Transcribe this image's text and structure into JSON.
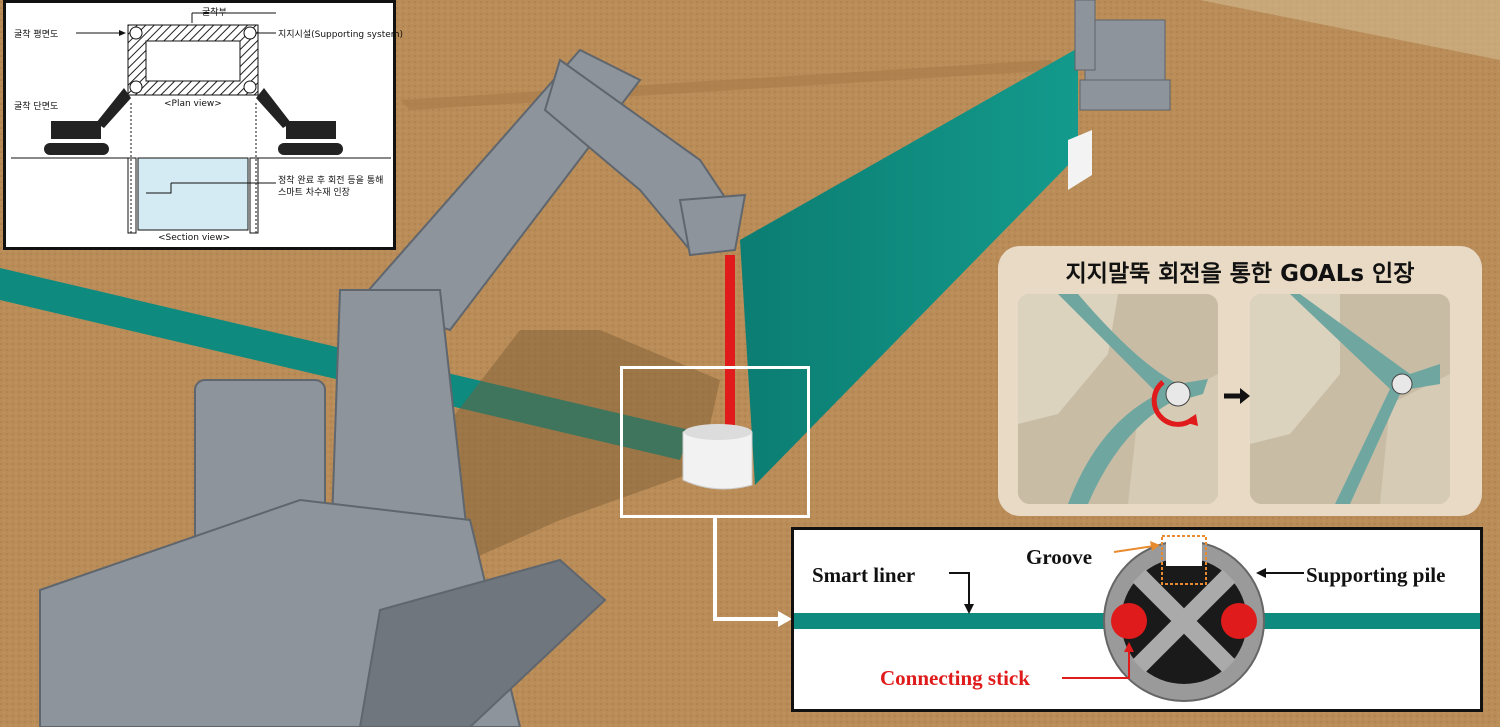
{
  "plan_inset": {
    "excavation_label": "굴착부",
    "plan_label": "굴착 평면도",
    "supporting_label": "지지시설(Supporting system)",
    "plan_view": "<Plan view>",
    "section_label": "굴착 단면도",
    "install_note_line1": "정착 완료 후 회전 등을 통해",
    "install_note_line2": "스마트 차수재 인장",
    "section_view": "<Section view>"
  },
  "photo_panel": {
    "title": "지지말뚝 회전을 통한 GOALs 인장"
  },
  "detail_inset": {
    "groove": "Groove",
    "smart_liner": "Smart liner",
    "supporting_pile": "Supporting pile",
    "connecting_stick": "Connecting stick"
  },
  "colors": {
    "liner": "#0f8a7e",
    "stick": "#e01b1b",
    "ground": "#b98c58",
    "machine": "#8d949c"
  }
}
